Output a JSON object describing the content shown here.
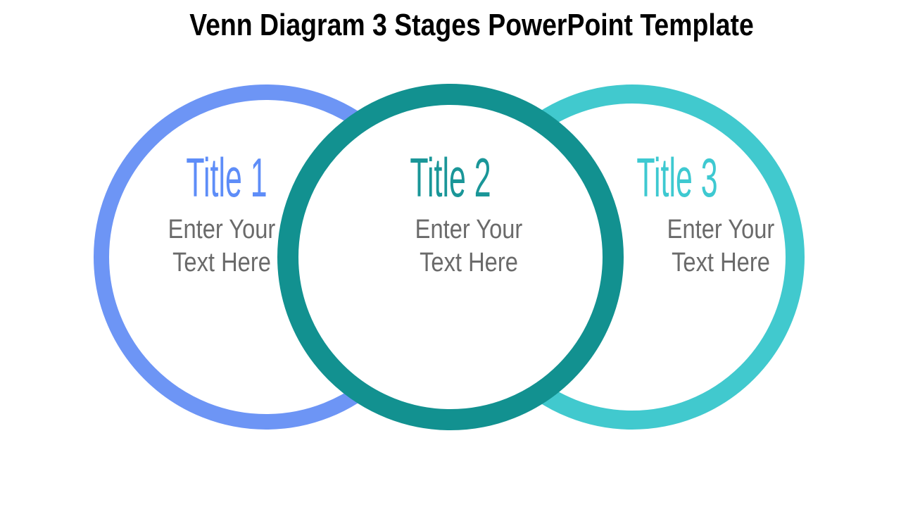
{
  "slide": {
    "heading": "Venn Diagram 3 Stages PowerPoint Template",
    "heading_color": "#000000",
    "background_color": "#FFFFFF"
  },
  "diagram": {
    "type": "venn-3-stages",
    "body_text_color": "#6A6A6A",
    "stages": [
      {
        "title": "Title 1",
        "body_line1": "Enter Your",
        "body_line2": "Text Here",
        "ring_color": "#6D95F5",
        "title_color": "#5E8DF8"
      },
      {
        "title": "Title 2",
        "body_line1": "Enter Your",
        "body_line2": "Text Here",
        "ring_color": "#129190",
        "title_color": "#1A9698"
      },
      {
        "title": "Title 3",
        "body_line1": "Enter Your",
        "body_line2": "Text Here",
        "ring_color": "#41C9CE",
        "title_color": "#3EC9D1"
      }
    ]
  }
}
